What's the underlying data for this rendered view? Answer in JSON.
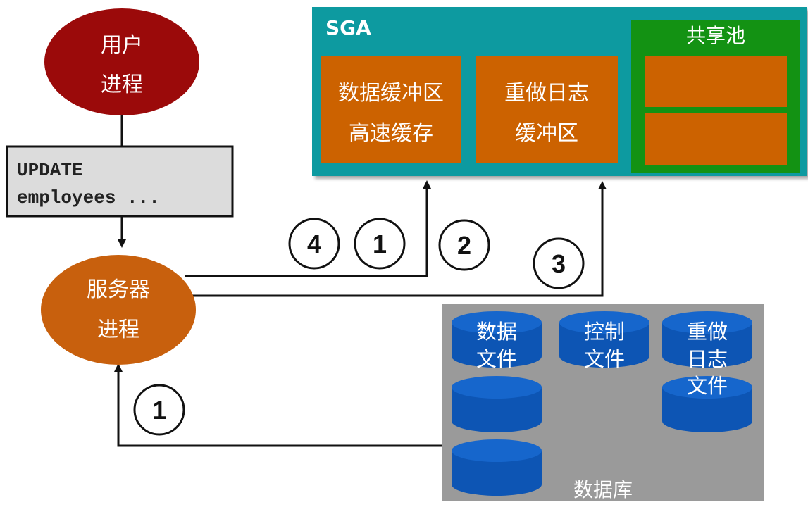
{
  "user_process": {
    "line1": "用户",
    "line2": "进程"
  },
  "sql_statement": {
    "line1": "UPDATE",
    "line2": "employees ..."
  },
  "server_process": {
    "line1": "服务器",
    "line2": "进程"
  },
  "sga": {
    "title": "SGA",
    "buffer_cache": {
      "line1": "数据缓冲区",
      "line2": "高速缓存"
    },
    "redo_log_buffer": {
      "line1": "重做日志",
      "line2": "缓冲区"
    },
    "shared_pool": {
      "title": "共享池"
    }
  },
  "steps": {
    "step_4": "4",
    "step_1_top": "1",
    "step_2": "2",
    "step_3": "3",
    "step_1_bottom": "1"
  },
  "database": {
    "label": "数据库",
    "data_files": {
      "line1": "数据",
      "line2": "文件"
    },
    "control_files": {
      "line1": "控制",
      "line2": "文件"
    },
    "redo_log_files": {
      "line1": "重做",
      "line2": "日志",
      "line3": "文件"
    }
  },
  "colors": {
    "user_process_fill": "#9b0a0a",
    "server_process_fill": "#c8600d",
    "sga_fill": "#0f9aa0",
    "memory_block_fill": "#cc6200",
    "shared_pool_fill": "#139213",
    "database_fill": "#9a9a9a",
    "cylinder_fill": "#0d55b4"
  }
}
